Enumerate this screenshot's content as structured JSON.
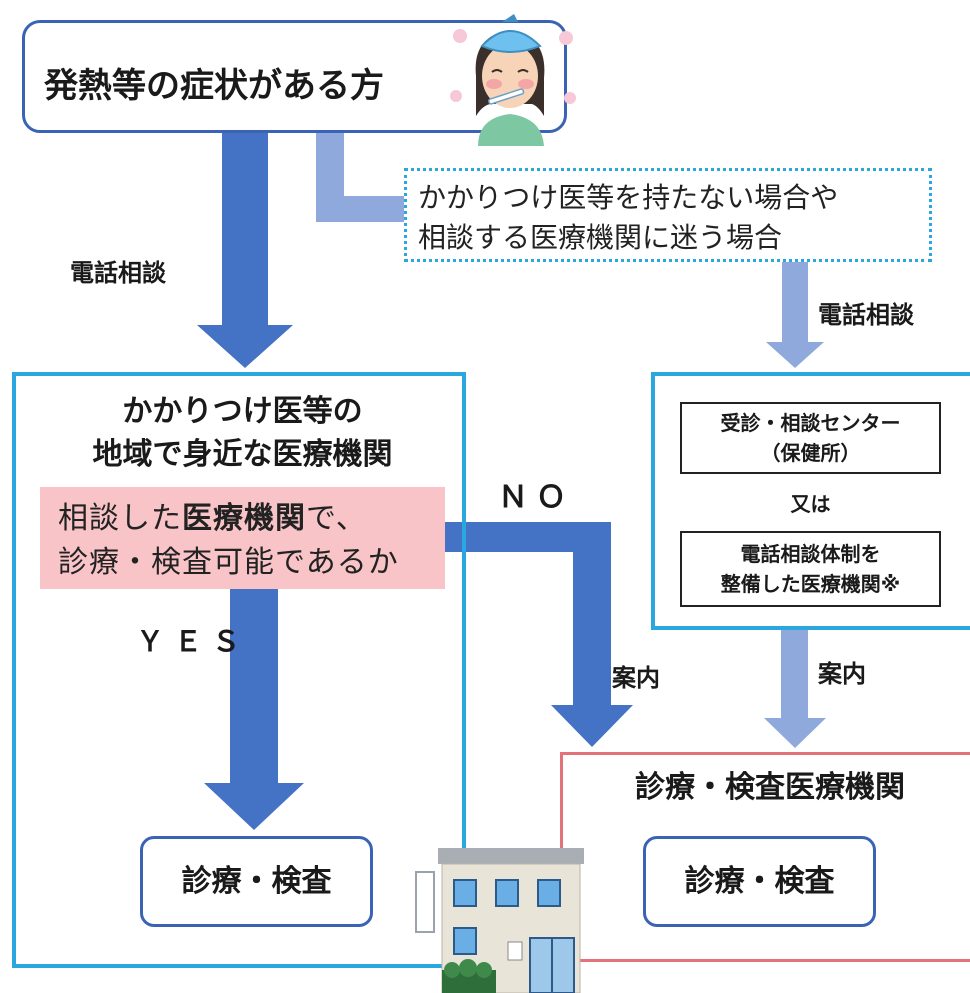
{
  "top": {
    "label": "発熱等の症状がある方"
  },
  "condition": {
    "line1": "かかりつけ医等を持たない場合や",
    "line2": "相談する医療機関に迷う場合"
  },
  "labels": {
    "phone_left": "電話相談",
    "phone_right": "電話相談",
    "no": "ＮＯ",
    "yes": "ＹＥＳ",
    "guide_left": "案内",
    "guide_right": "案内"
  },
  "left_box": {
    "title_line1": "かかりつけ医等の",
    "title_line2": "地域で身近な医療機関",
    "question_line1_pre": "相談した",
    "question_line1_bold": "医療機関",
    "question_line1_post": "で、",
    "question_line2": "診療・検査可能であるか",
    "pill": "診療・検査"
  },
  "right_box": {
    "center_line1": "受診・相談センター",
    "center_line2": "（保健所）",
    "or": "又は",
    "inst_line1": "電話相談体制を",
    "inst_line2": "整備した医療機関※"
  },
  "bottom_right": {
    "title": "診療・検査医療機関",
    "pill": "診療・検査"
  },
  "illustrations": [
    "sick-person-icon",
    "hospital-building-icon"
  ],
  "colors": {
    "dark_blue": "#3b63b5",
    "light_blue": "#8fa9dc",
    "cyan": "#2aa7df",
    "pink_fill": "#f8c4c8",
    "red_border": "#e4727a"
  }
}
